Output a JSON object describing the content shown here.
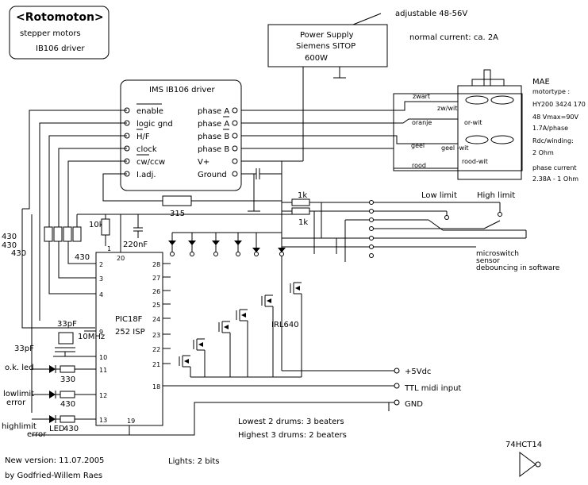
{
  "title_box": {
    "title": "<Rotomoton>",
    "line1": "stepper motors",
    "line2": "IB106 driver"
  },
  "power_supply": {
    "label1": "Power Supply",
    "label2": "Siemens SITOP",
    "label3": "600W",
    "note_adjustable": "adjustable 48-56V",
    "note_current": "normal current: ca. 2A"
  },
  "driver": {
    "title": "IMS  IB106 driver",
    "left_pins": [
      "enable",
      "logic gnd",
      "H/F",
      "clock",
      "cw/ccw",
      "I.adj."
    ],
    "right_pins": [
      "phase A",
      "phase A",
      "phase B",
      "phase B",
      "V+",
      "Ground"
    ]
  },
  "motor": {
    "wires": [
      "zwart",
      "oranje",
      "geel",
      "rood"
    ],
    "wires_inner": [
      "zw/wit",
      "or-wit",
      "geel -wit",
      "rood-wit"
    ],
    "spec_lines": [
      "MAE",
      "motortype :",
      "HY200 3424 170",
      "48  Vmax=90V",
      "1.7A/phase",
      "Rdc/winding:",
      "2 Ohm",
      "phase current",
      "2.38A - 1 Ohm"
    ]
  },
  "resistors": {
    "r315": "315",
    "r1k_a": "1k",
    "r1k_b": "1k",
    "r10k": "10k",
    "r430_stack": [
      "430",
      "430",
      "430"
    ],
    "r430_side": "430",
    "r330": "330",
    "r430_a": "430",
    "r430_b": "430"
  },
  "capacitors": {
    "c220": "220nF",
    "c33a": "33pF",
    "c33b": "33pF",
    "xtal": "10MHz"
  },
  "pic": {
    "name1": "PIC18F",
    "name2": "252 ISP",
    "pins_left": [
      "2",
      "3",
      "4",
      "9",
      "10",
      "11",
      "12",
      "13"
    ],
    "pins_right": [
      "28",
      "27",
      "26",
      "25",
      "24",
      "23",
      "22",
      "21",
      "18"
    ],
    "pin_top": "20",
    "pin_top2": "1",
    "pin_bottom": "19"
  },
  "mosfet_label": "IRL640",
  "limits": {
    "low": "Low limit",
    "high": "High limit",
    "note1": "microswitch",
    "note2": "sensor",
    "note3": "debouncing in software"
  },
  "terminals": [
    "+5Vdc",
    "TTL midi  input",
    "GND"
  ],
  "leds": {
    "ok": "o.k. led",
    "low1": "lowlimit",
    "low2": "error",
    "high1": "highlimit",
    "high2": "error",
    "led": "LED"
  },
  "notes": {
    "drums1": "Lowest 2 drums: 3 beaters",
    "drums2": "Highest 3 drums: 2 beaters",
    "lights": "Lights: 2 bits",
    "ic": "74HCT14"
  },
  "footer": {
    "line1": "New version: 11.07.2005",
    "line2": "by Godfried-Willem Raes"
  }
}
